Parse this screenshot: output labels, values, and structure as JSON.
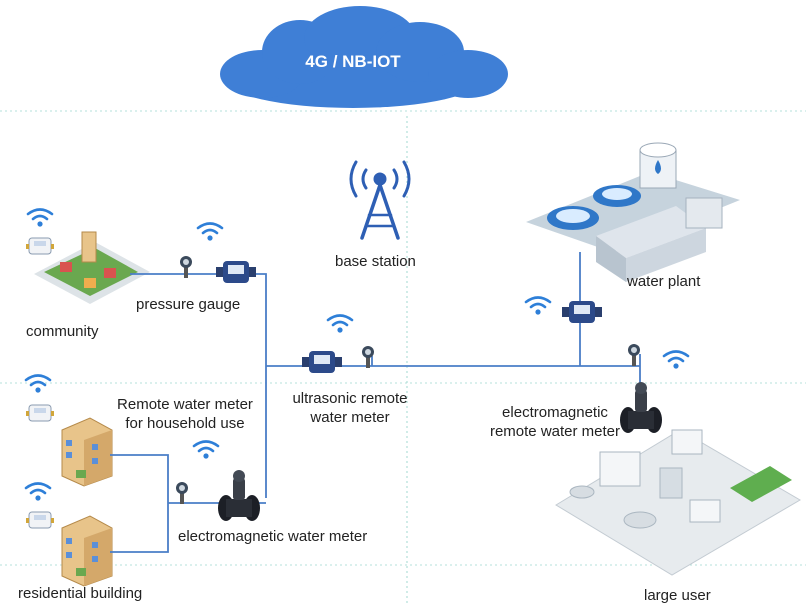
{
  "network": {
    "label": "4G / NB-IOT"
  },
  "nodes": {
    "base_station": "base station",
    "water_plant": "water plant",
    "community": "community",
    "pressure_gauge": "pressure gauge",
    "household_meter_line1": "Remote water meter",
    "household_meter_line2": "for household use",
    "ultrasonic_line1": "ultrasonic remote",
    "ultrasonic_line2": "water meter",
    "electromagnetic_remote_line1": "electromagnetic",
    "electromagnetic_remote_line2": "remote water meter",
    "electromagnetic_meter": "electromagnetic water meter",
    "residential_building": "residential building",
    "large_user": "large user"
  },
  "colors": {
    "cloud": "#3f7fd6",
    "pipe": "#4a7ec7",
    "wifi": "#2e7fd8",
    "grid": "#9fd8d0",
    "meter_body": "#2c4a8a",
    "building": "#e8c48a"
  }
}
